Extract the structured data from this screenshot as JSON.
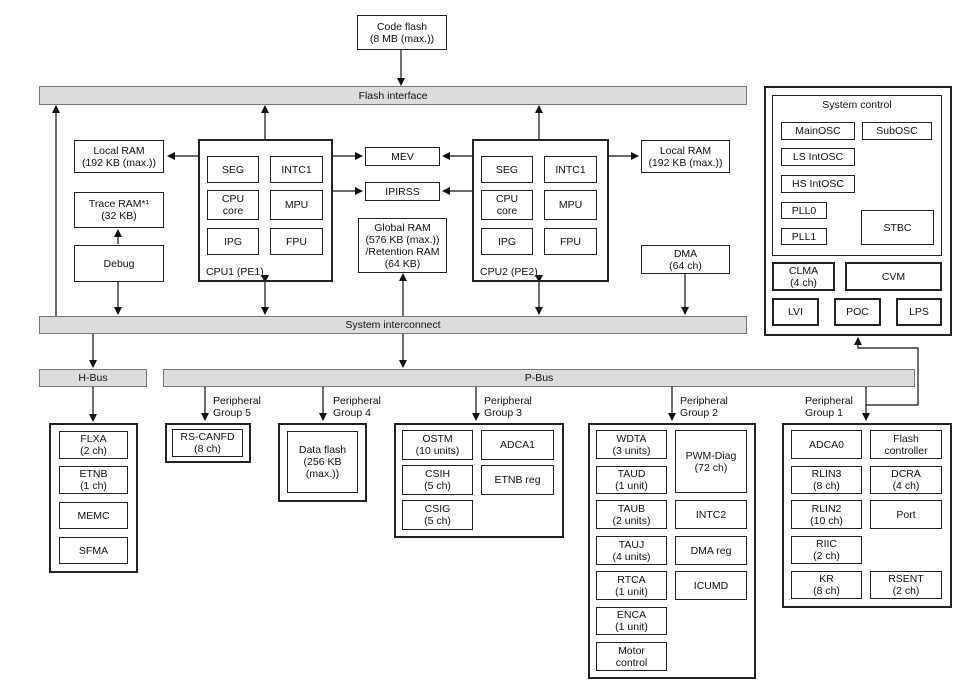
{
  "code_flash": "Code flash\n(8 MB (max.))",
  "flash_interface": "Flash interface",
  "system_interconnect": "System interconnect",
  "h_bus": "H-Bus",
  "p_bus": "P-Bus",
  "local_ram_1": "Local RAM\n(192 KB (max.))",
  "local_ram_2": "Local RAM\n(192 KB (max.))",
  "trace_ram": "Trace RAM*¹\n(32 KB)",
  "debug": "Debug",
  "cpu1": {
    "label": "CPU1 (PE1)",
    "seg": "SEG",
    "intc1": "INTC1",
    "cpu_core": "CPU\ncore",
    "mpu": "MPU",
    "ipg": "IPG",
    "fpu": "FPU"
  },
  "cpu2": {
    "label": "CPU2 (PE2)",
    "seg": "SEG",
    "intc1": "INTC1",
    "cpu_core": "CPU\ncore",
    "mpu": "MPU",
    "ipg": "IPG",
    "fpu": "FPU"
  },
  "mev": "MEV",
  "ipirss": "IPIRSS",
  "global_ram": "Global RAM\n(576 KB (max.))\n/Retention RAM\n(64 KB)",
  "dma": "DMA\n(64 ch)",
  "system_control": {
    "title": "System control",
    "mainosc": "MainOSC",
    "subosc": "SubOSC",
    "ls_intosc": "LS IntOSC",
    "hs_intosc": "HS IntOSC",
    "pll0": "PLL0",
    "pll1": "PLL1",
    "stbc": "STBC",
    "clma": "CLMA\n(4 ch)",
    "cvm": "CVM",
    "lvi": "LVI",
    "poc": "POC",
    "lps": "LPS"
  },
  "hbus_group": {
    "flxa": "FLXA\n(2 ch)",
    "etnb": "ETNB\n(1 ch)",
    "memc": "MEMC",
    "sfma": "SFMA"
  },
  "group5": {
    "label": "Peripheral\nGroup 5",
    "rs_canfd": "RS-CANFD\n(8 ch)"
  },
  "group4": {
    "label": "Peripheral\nGroup 4",
    "data_flash": "Data flash\n(256 KB\n(max.))"
  },
  "group3": {
    "label": "Peripheral\nGroup 3",
    "ostm": "OSTM\n(10 units)",
    "adca1": "ADCA1",
    "csih": "CSIH\n(5 ch)",
    "etnb_reg": "ETNB reg",
    "csig": "CSIG\n(5 ch)"
  },
  "group2": {
    "label": "Peripheral\nGroup 2",
    "wdta": "WDTA\n(3 units)",
    "pwm_diag": "PWM-Diag\n(72 ch)",
    "taud": "TAUD\n(1 unit)",
    "taub": "TAUB\n(2 units)",
    "intc2": "INTC2",
    "tauj": "TAUJ\n(4 units)",
    "dma_reg": "DMA reg",
    "rtca": "RTCA\n(1 unit)",
    "icumd": "ICUMD",
    "enca": "ENCA\n(1 unit)",
    "motor_control": "Motor\ncontrol"
  },
  "group1": {
    "label": "Peripheral\nGroup 1",
    "adca0": "ADCA0",
    "flash_controller": "Flash\ncontroller",
    "rlin3": "RLIN3\n(8 ch)",
    "dcra": "DCRA\n(4 ch)",
    "rlin2": "RLIN2\n(10 ch)",
    "port": "Port",
    "riic": "RIIC\n(2 ch)",
    "kr": "KR\n(8 ch)",
    "rsent": "RSENT\n(2 ch)"
  }
}
